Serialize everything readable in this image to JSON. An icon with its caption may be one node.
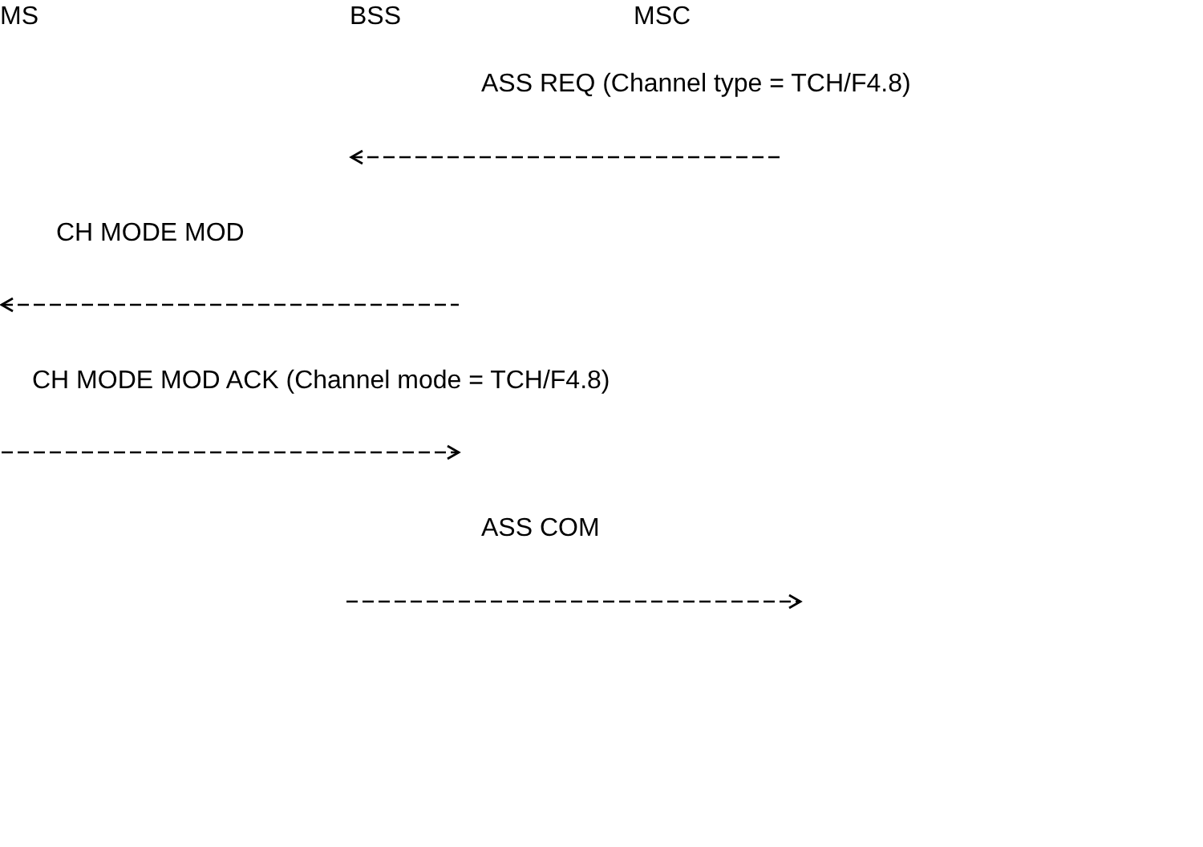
{
  "diagram": {
    "labels": [
      "MS",
      "BSS",
      "MSC",
      "ASS REQ (Channel type = TCH/F4.8)",
      "CH MODE MOD",
      "CH MODE MOD ACK (Channel mode = TCH/F4.8)",
      "ASS COM"
    ]
  }
}
